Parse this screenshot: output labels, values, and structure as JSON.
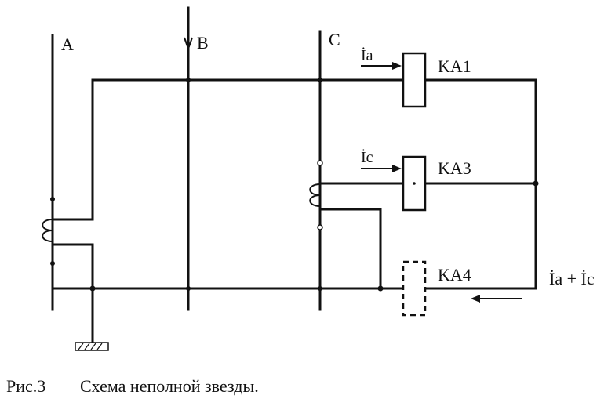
{
  "phases": {
    "a": "A",
    "b": "B",
    "c": "C"
  },
  "relays": {
    "ka1": "KA1",
    "ka3": "KA3",
    "ka4": "KA4"
  },
  "currents": {
    "ia": "İa",
    "ic": "İc",
    "sum": "İa + İc"
  },
  "caption": {
    "number": "Рис.3",
    "text": "Схема неполной звезды."
  }
}
